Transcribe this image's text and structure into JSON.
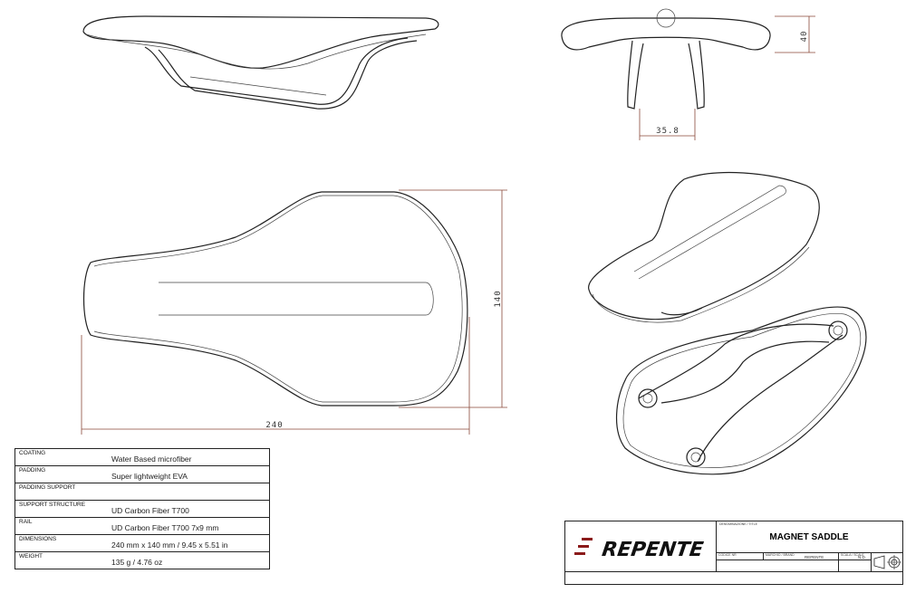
{
  "dimensions": {
    "height": "40",
    "rail_width": "35.8",
    "width": "140",
    "length": "240"
  },
  "specs": [
    {
      "label": "COATING",
      "value": "Water Based microfiber"
    },
    {
      "label": "PADDING",
      "value": "Super lightweight EVA"
    },
    {
      "label": "PADDING SUPPORT",
      "value": ""
    },
    {
      "label": "SUPPORT STRUCTURE",
      "value": "UD Carbon Fiber T700"
    },
    {
      "label": "RAIL",
      "value": "UD Carbon Fiber T700 7x9 mm"
    },
    {
      "label": "DIMENSIONS",
      "value": "240 mm x 140 mm / 9.45 x 5.51 in"
    },
    {
      "label": "WEIGHT",
      "value": "135 g / 4.76 oz"
    }
  ],
  "title_block": {
    "brand_logo": "REPENTE",
    "title_label": "DENOMINAZIONE / TITLE",
    "title": "MAGNET SADDLE",
    "code_label": "CODICE NR",
    "brand_label": "MARCHIO / BRAND",
    "brand": "REPENTE",
    "scale_label": "SCALA / SCALE",
    "scale": "N.D."
  },
  "colors": {
    "brand_red": "#8b1a1a",
    "dimension": "#8a4a3a"
  }
}
